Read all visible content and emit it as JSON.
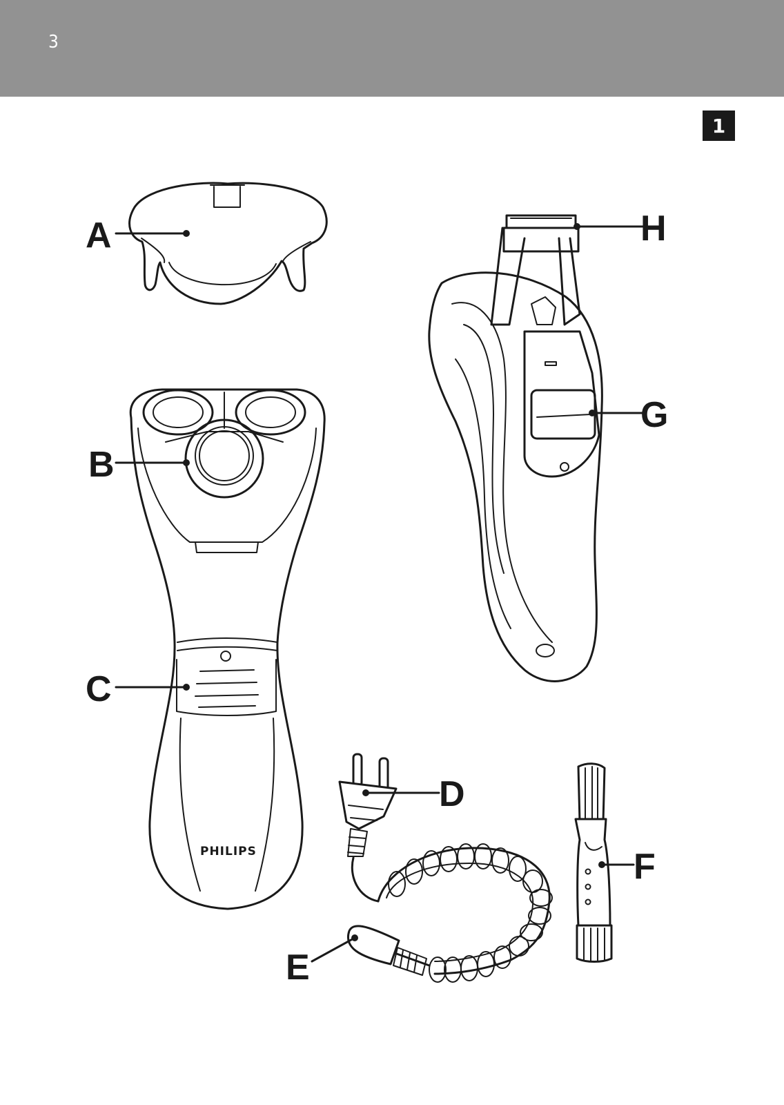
{
  "header": {
    "page_number": "3"
  },
  "figure": {
    "badge": "1"
  },
  "labels": {
    "A": "A",
    "B": "B",
    "C": "C",
    "D": "D",
    "E": "E",
    "F": "F",
    "G": "G",
    "H": "H"
  },
  "shaver": {
    "brand": "PHILIPS"
  },
  "colors": {
    "header_band": "#929292",
    "ink": "#1a1a1a",
    "badge": "#1a1a1a"
  }
}
